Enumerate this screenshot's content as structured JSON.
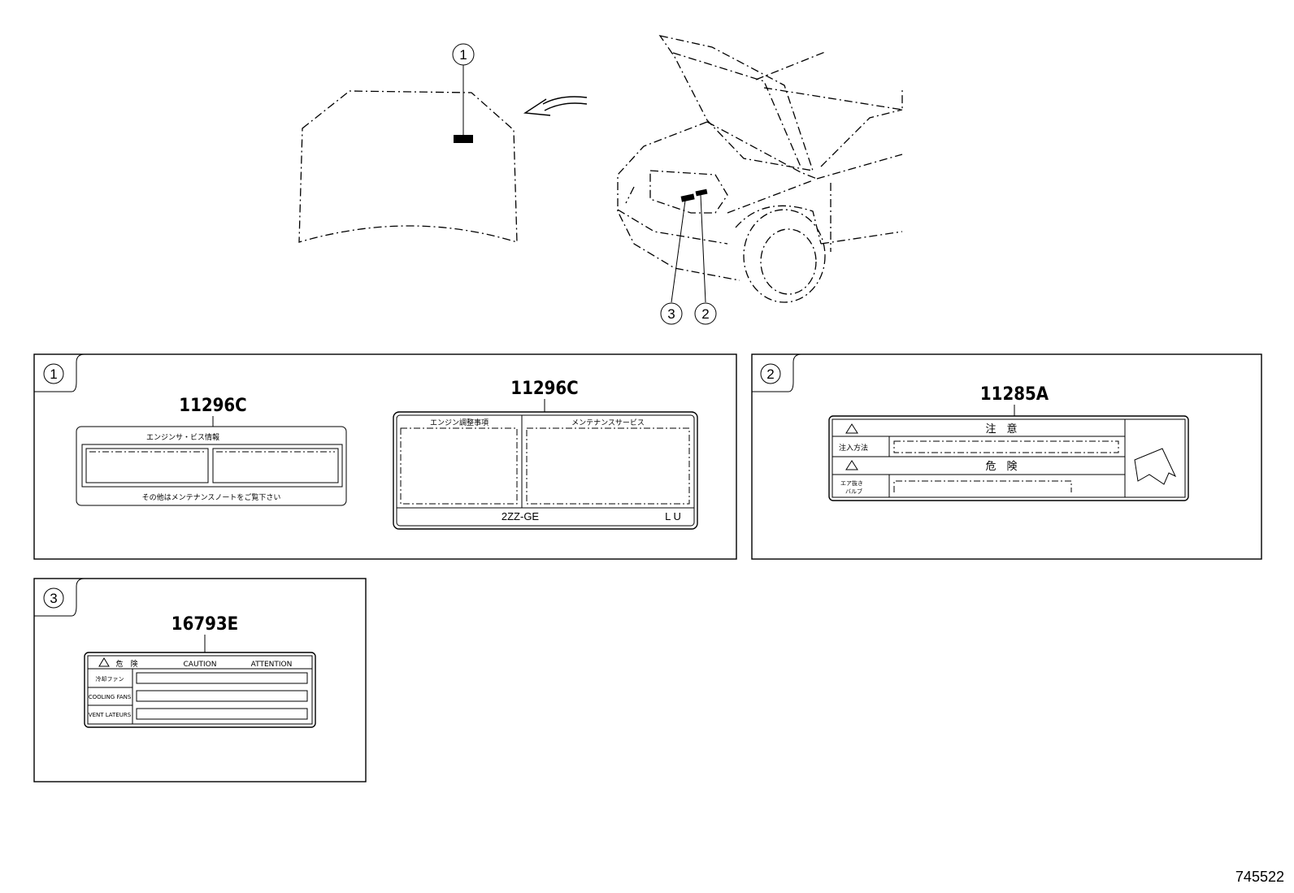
{
  "top": {
    "hood_callout": "1",
    "car_callout_left": "3",
    "car_callout_right": "2"
  },
  "panel1": {
    "badge": "1",
    "label_a": {
      "part_number": "11296C",
      "header": "エンジンサ・ビス情報",
      "footer": "その他はメンテナンスノートをご覧下さい"
    },
    "label_b": {
      "part_number": "11296C",
      "header_left": "エンジン調整事項",
      "header_right": "メンテナンスサービス",
      "engine": "2ZZ-GE",
      "code": "L U"
    }
  },
  "panel2": {
    "badge": "2",
    "part_number": "11285A",
    "row1_title": "注　意",
    "row2_label": "注入方法",
    "row3_title": "危　険",
    "row4_label_1": "エア抜き",
    "row4_label_2": "バルブ"
  },
  "panel3": {
    "badge": "3",
    "part_number": "16793E",
    "header_jp": "危　険",
    "header_en": "CAUTION",
    "header_fr": "ATTENTION",
    "row1": "冷却ファン",
    "row2": "COOLING FANS",
    "row3": "VENT LATEURS"
  },
  "figure_id": "745522"
}
